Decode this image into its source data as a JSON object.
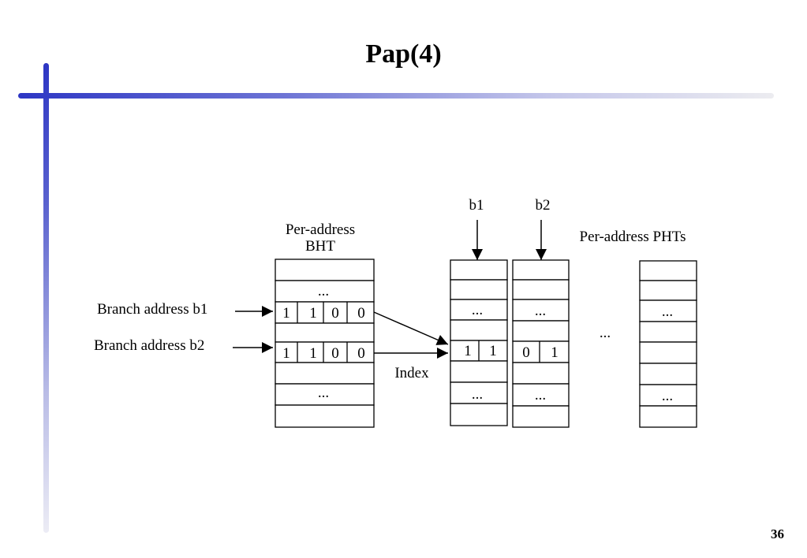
{
  "title": "Pap(4)",
  "page_number": "36",
  "diagram": {
    "bht": {
      "label_line1": "Per-address",
      "label_line2": "BHT",
      "dots_top": "...",
      "row_b1": [
        "1",
        "1",
        "0",
        "0"
      ],
      "row_b2": [
        "1",
        "1",
        "0",
        "0"
      ],
      "dots_bottom": "..."
    },
    "inputs": {
      "b1": "Branch address b1",
      "b2": "Branch address b2"
    },
    "index_label": "Index",
    "pht_label": "Per-address PHTs",
    "pht_b1": {
      "selector": "b1",
      "dots_top": "...",
      "entry": [
        "1",
        "1"
      ],
      "dots_bottom": "..."
    },
    "pht_b2": {
      "selector": "b2",
      "dots_top": "...",
      "entry": [
        "0",
        "1"
      ],
      "dots_bottom": "..."
    },
    "pht_gap_dots": "...",
    "pht_last": {
      "dots_top": "...",
      "dots_bottom": "..."
    }
  }
}
